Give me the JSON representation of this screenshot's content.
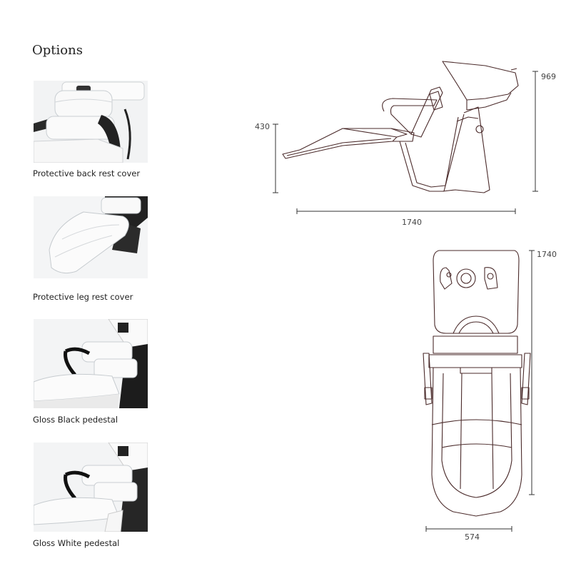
{
  "heading": "Options",
  "options": [
    {
      "caption": "Protective back rest cover"
    },
    {
      "caption": "Protective leg rest cover"
    },
    {
      "caption": "Gloss Black pedestal"
    },
    {
      "caption": "Gloss White pedestal"
    }
  ],
  "dimensions": {
    "side_height": "430",
    "side_top": "969",
    "side_length": "1740",
    "top_length": "1740",
    "top_width": "574"
  }
}
